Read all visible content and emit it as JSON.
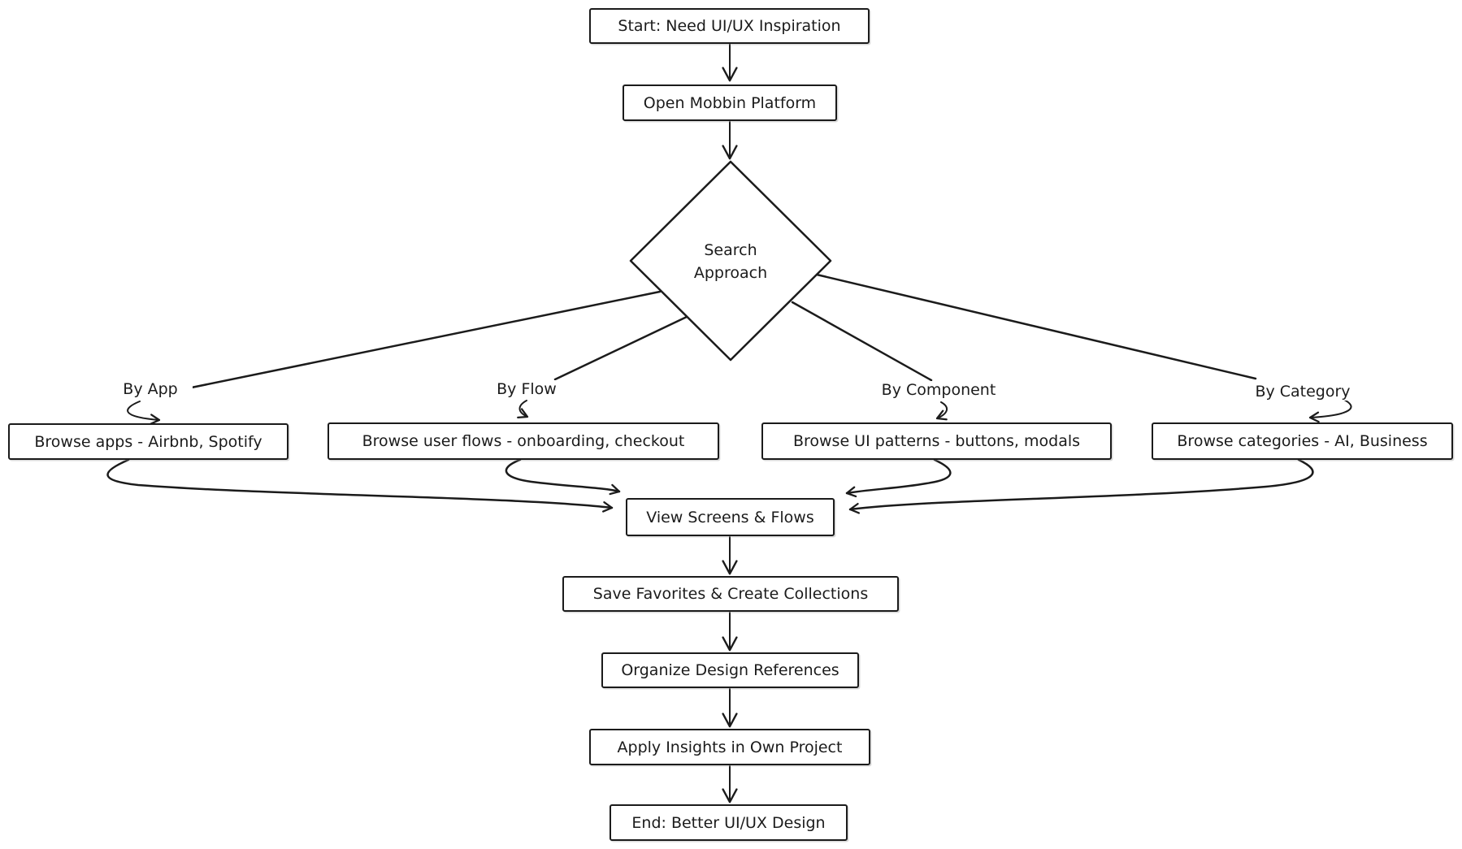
{
  "colors": {
    "background": "#ffffff",
    "stroke": "#1b1b1b",
    "node_fill": "#ffffff"
  },
  "nodes": {
    "start": {
      "label": "Start: Need UI/UX Inspiration"
    },
    "open_platform": {
      "label": "Open Mobbin Platform"
    },
    "search_approach": {
      "label": "Search\nApproach"
    },
    "browse_apps": {
      "label": "Browse apps - Airbnb, Spotify"
    },
    "browse_flows": {
      "label": "Browse user flows - onboarding, checkout"
    },
    "browse_patterns": {
      "label": "Browse UI patterns - buttons, modals"
    },
    "browse_categories": {
      "label": "Browse categories - AI, Business"
    },
    "view_screens": {
      "label": "View Screens & Flows"
    },
    "save_favorites": {
      "label": "Save Favorites & Create Collections"
    },
    "organize": {
      "label": "Organize Design References"
    },
    "apply_insights": {
      "label": "Apply Insights in Own Project"
    },
    "end": {
      "label": "End: Better UI/UX Design"
    }
  },
  "edge_labels": {
    "by_app": "By App",
    "by_flow": "By Flow",
    "by_component": "By Component",
    "by_category": "By Category"
  }
}
